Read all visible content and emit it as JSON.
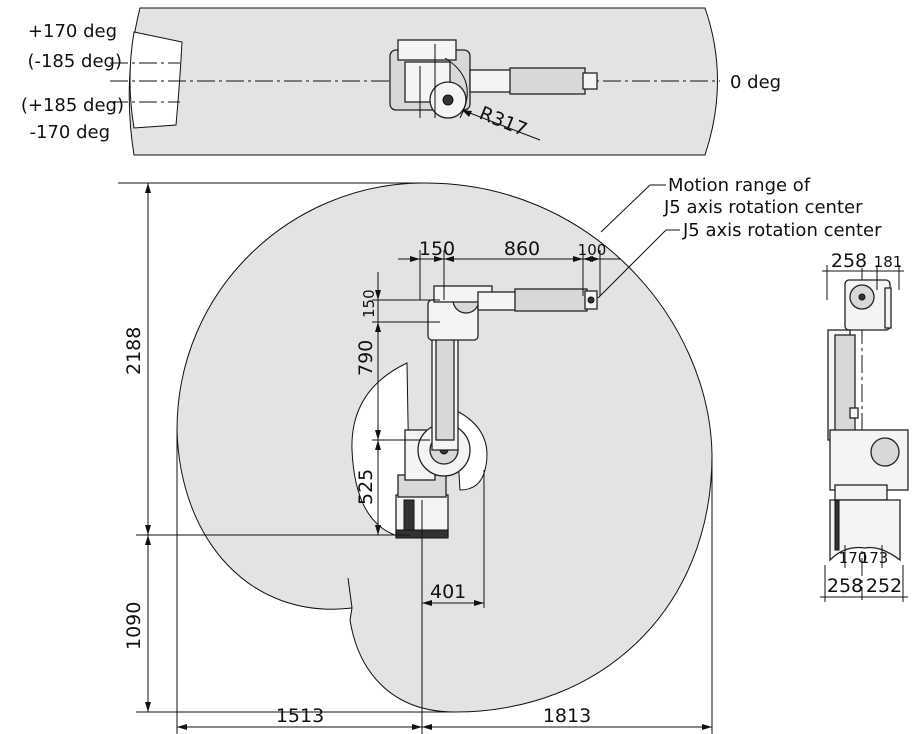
{
  "top_view": {
    "angle_pos_170": "+170 deg",
    "angle_neg_185": "(-185 deg)",
    "angle_pos_185": "(+185 deg)",
    "angle_neg_170": "-170 deg",
    "angle_zero": "0 deg",
    "radius": "R317"
  },
  "side_view": {
    "callout_range_line1": "Motion range of",
    "callout_range_line2": "J5 axis rotation center",
    "callout_center": "J5 axis rotation center",
    "dims": {
      "d150_h": "150",
      "d860": "860",
      "d100": "100",
      "d150_v": "150",
      "d790": "790",
      "d525": "525",
      "d2188": "2188",
      "d1090": "1090",
      "d401": "401",
      "d1513": "1513",
      "d1813": "1813"
    }
  },
  "front_view": {
    "dims": {
      "d258_top": "258",
      "d181": "181",
      "d170": "170",
      "d173": "173",
      "d258_bottom": "258",
      "d252": "252"
    }
  },
  "colors": {
    "range_fill": "#e3e3e3",
    "line": "#111111",
    "background": "#ffffff"
  }
}
